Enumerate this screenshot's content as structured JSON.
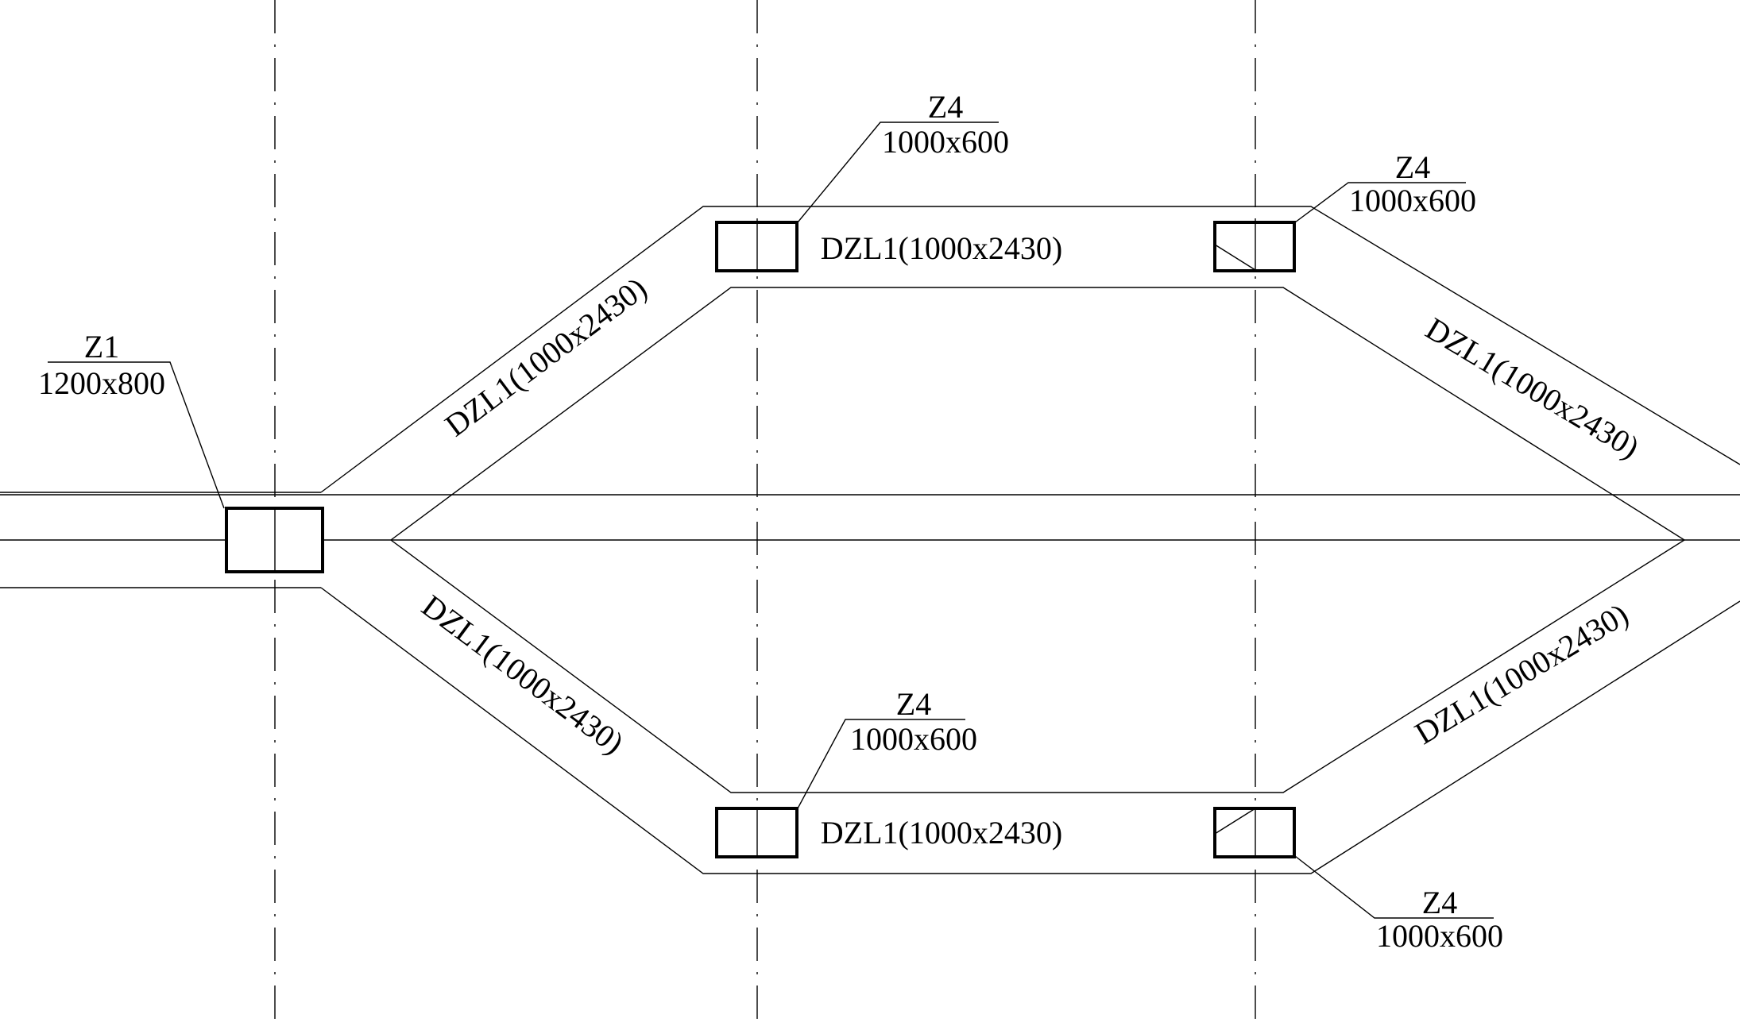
{
  "columns": [
    {
      "id": "Z1",
      "name": "Z1",
      "size": "1200x800"
    },
    {
      "id": "Z4-top-left",
      "name": "Z4",
      "size": "1000x600"
    },
    {
      "id": "Z4-top-right",
      "name": "Z4",
      "size": "1000x600"
    },
    {
      "id": "Z4-bottom-left",
      "name": "Z4",
      "size": "1000x600"
    },
    {
      "id": "Z4-bottom-right",
      "name": "Z4",
      "size": "1000x600"
    }
  ],
  "beams": {
    "top": "DZL1(1000x2430)",
    "upper_left_diagonal": "DZL1(1000x2430)",
    "upper_right_diagonal": "DZL1(1000x2430)",
    "lower_left_diagonal": "DZL1(1000x2430)",
    "lower_right_diagonal": "DZL1(1000x2430)",
    "bottom": "DZL1(1000x2430)"
  }
}
